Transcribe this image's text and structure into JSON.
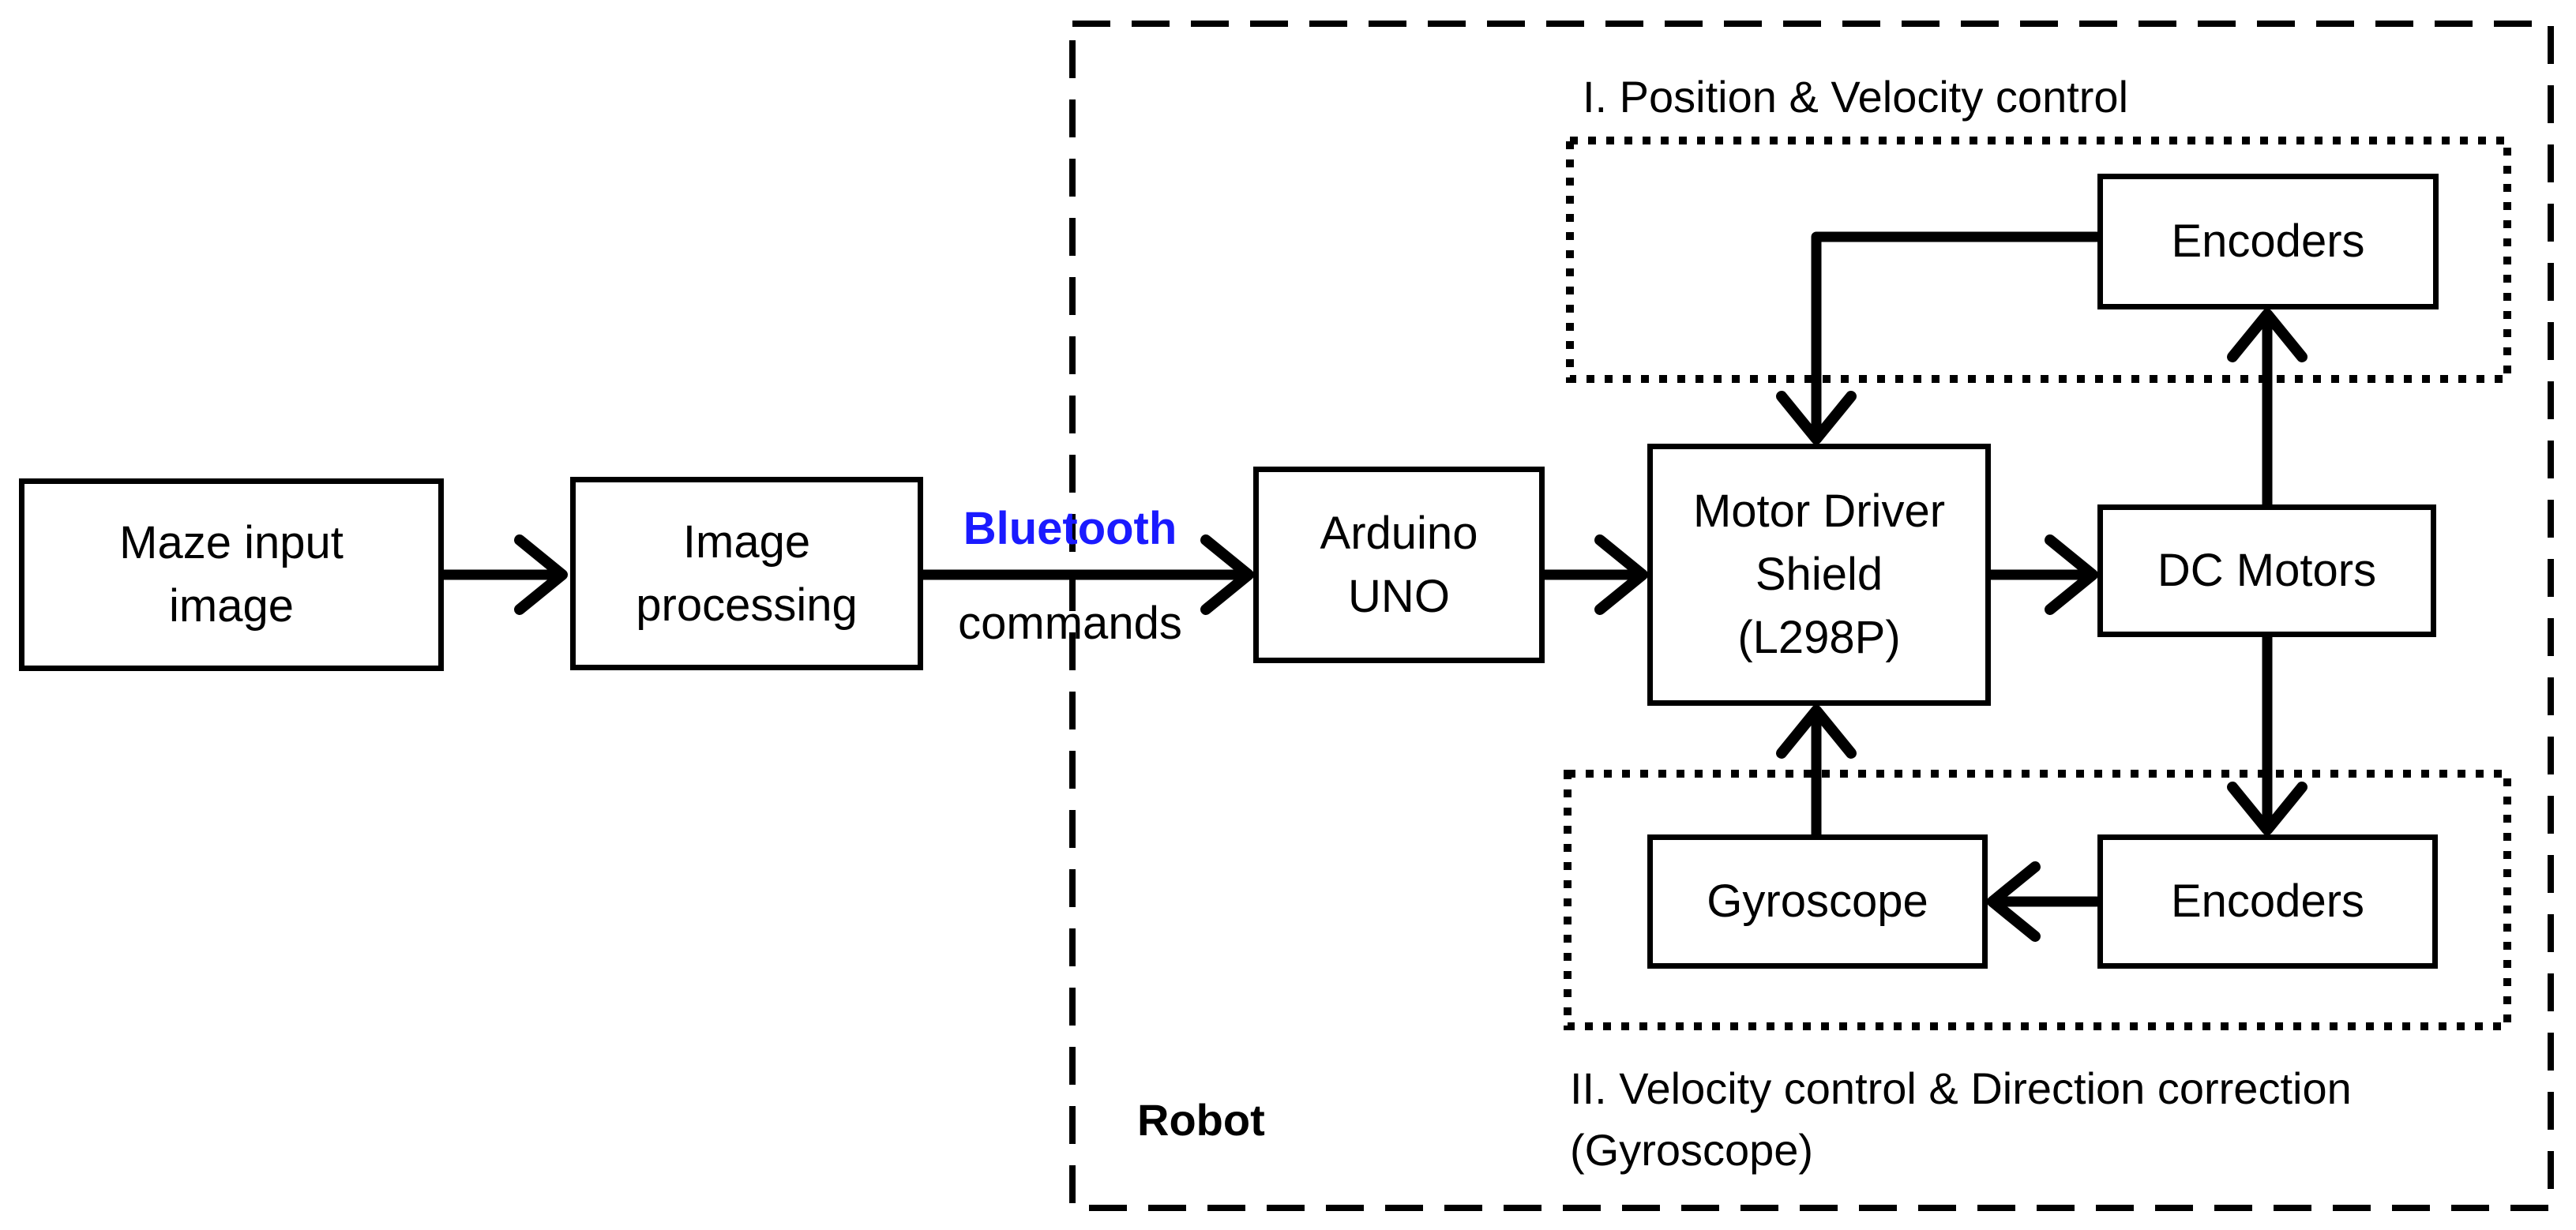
{
  "diagram": {
    "background_color": "#ffffff",
    "line_color": "#000000",
    "bluetooth_label_color": "#1a1aff",
    "nodes": {
      "maze_input": {
        "label": "Maze input\nimage"
      },
      "image_processing": {
        "label": "Image\nprocessing"
      },
      "arduino_uno": {
        "label": "Arduino\nUNO"
      },
      "motor_driver_shield": {
        "label": "Motor Driver\nShield\n(L298P)"
      },
      "dc_motors": {
        "label": "DC Motors"
      },
      "encoders_position": {
        "label": "Encoders"
      },
      "gyroscope": {
        "label": "Gyroscope"
      },
      "encoders_velocity": {
        "label": "Encoders"
      }
    },
    "edge_labels": {
      "bluetooth": "Bluetooth",
      "commands": "commands"
    },
    "groups": {
      "robot_boundary": {
        "label": "Robot"
      },
      "position_velocity_loop": {
        "label": "I. Position & Velocity control"
      },
      "velocity_direction_loop": {
        "label": "II. Velocity control & Direction correction\n(Gyroscope)"
      }
    }
  }
}
